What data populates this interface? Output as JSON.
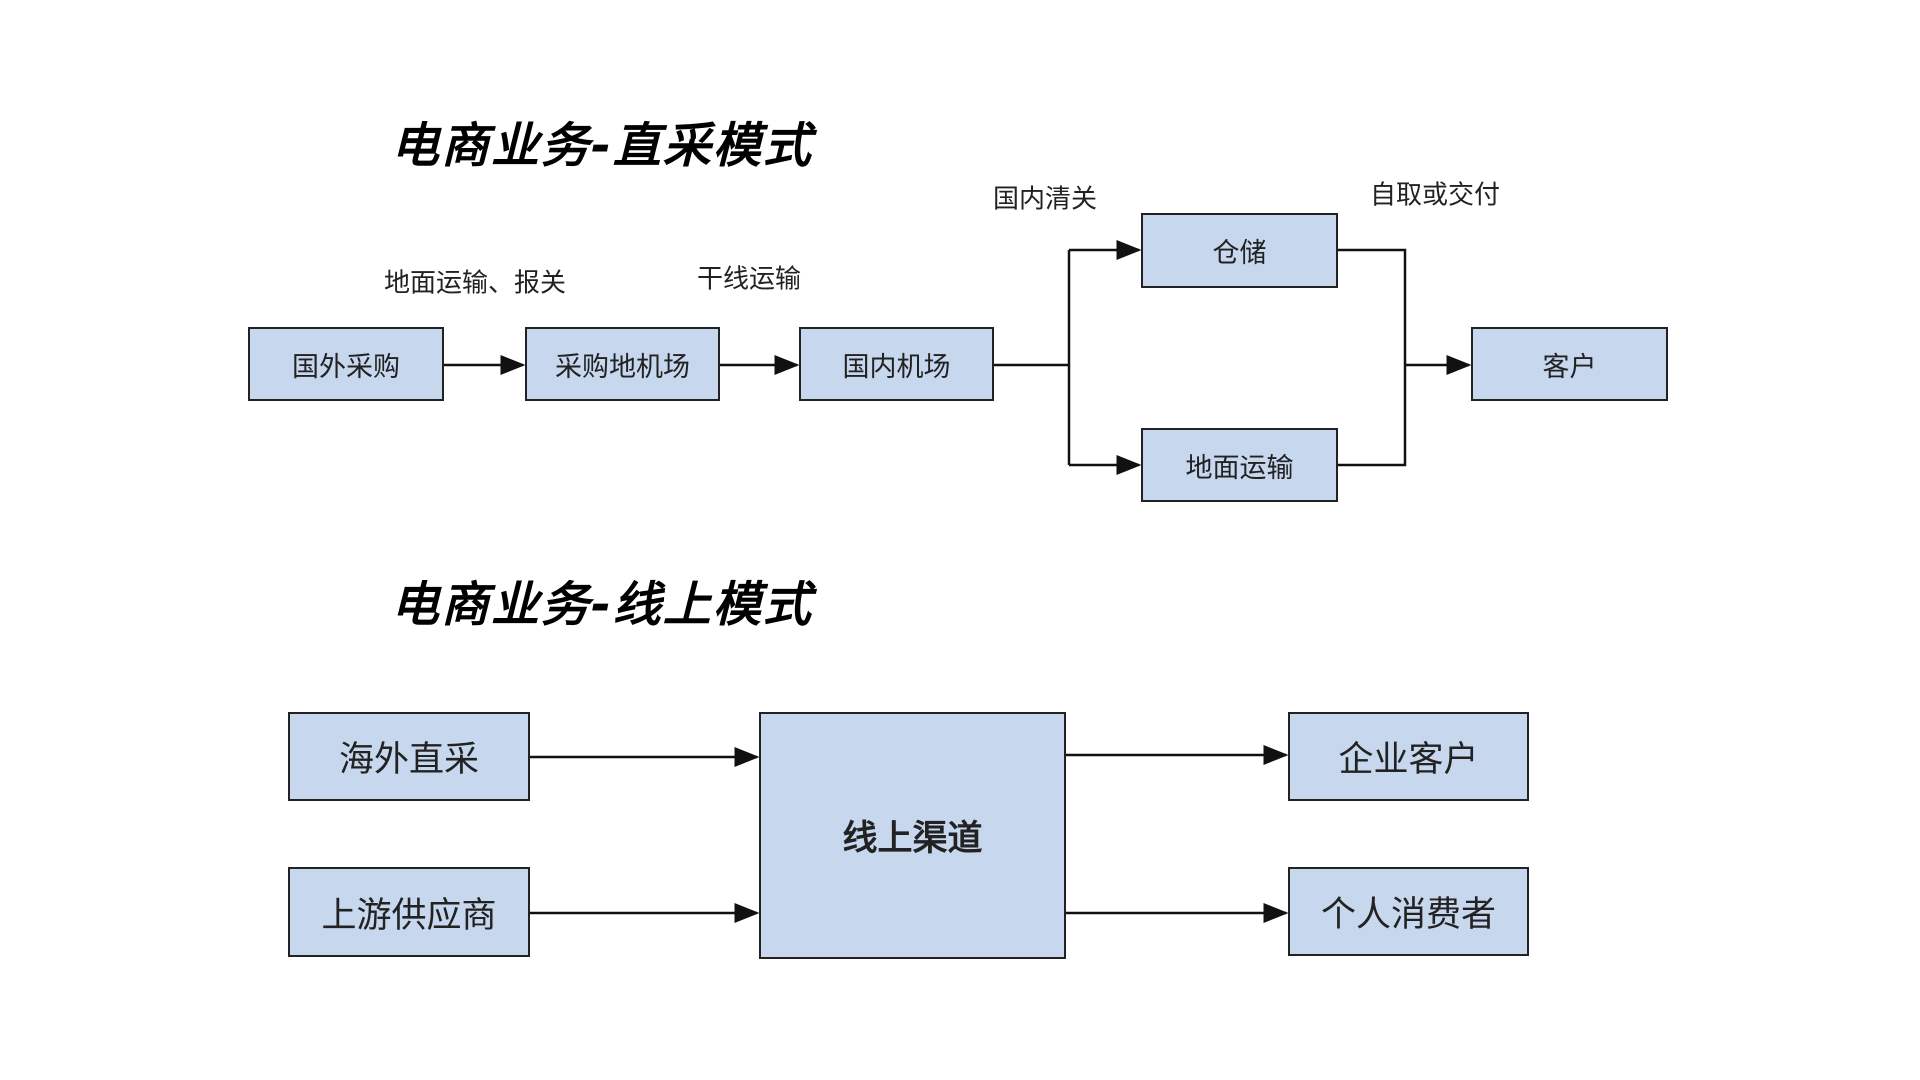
{
  "direct": {
    "title": "电商业务-直采模式",
    "nodes": {
      "overseas_purchase": "国外采购",
      "origin_airport": "采购地机场",
      "domestic_airport": "国内机场",
      "warehouse": "仓储",
      "ground_transport": "地面运输",
      "customer": "客户"
    },
    "edge_labels": {
      "ground_customs": "地面运输、报关",
      "trunk": "干线运输",
      "clearance": "国内清关",
      "pickup": "自取或交付"
    }
  },
  "online": {
    "title": "电商业务-线上模式",
    "nodes": {
      "overseas_direct": "海外直采",
      "upstream": "上游供应商",
      "channel": "线上渠道",
      "enterprise": "企业客户",
      "consumer": "个人消费者"
    }
  }
}
